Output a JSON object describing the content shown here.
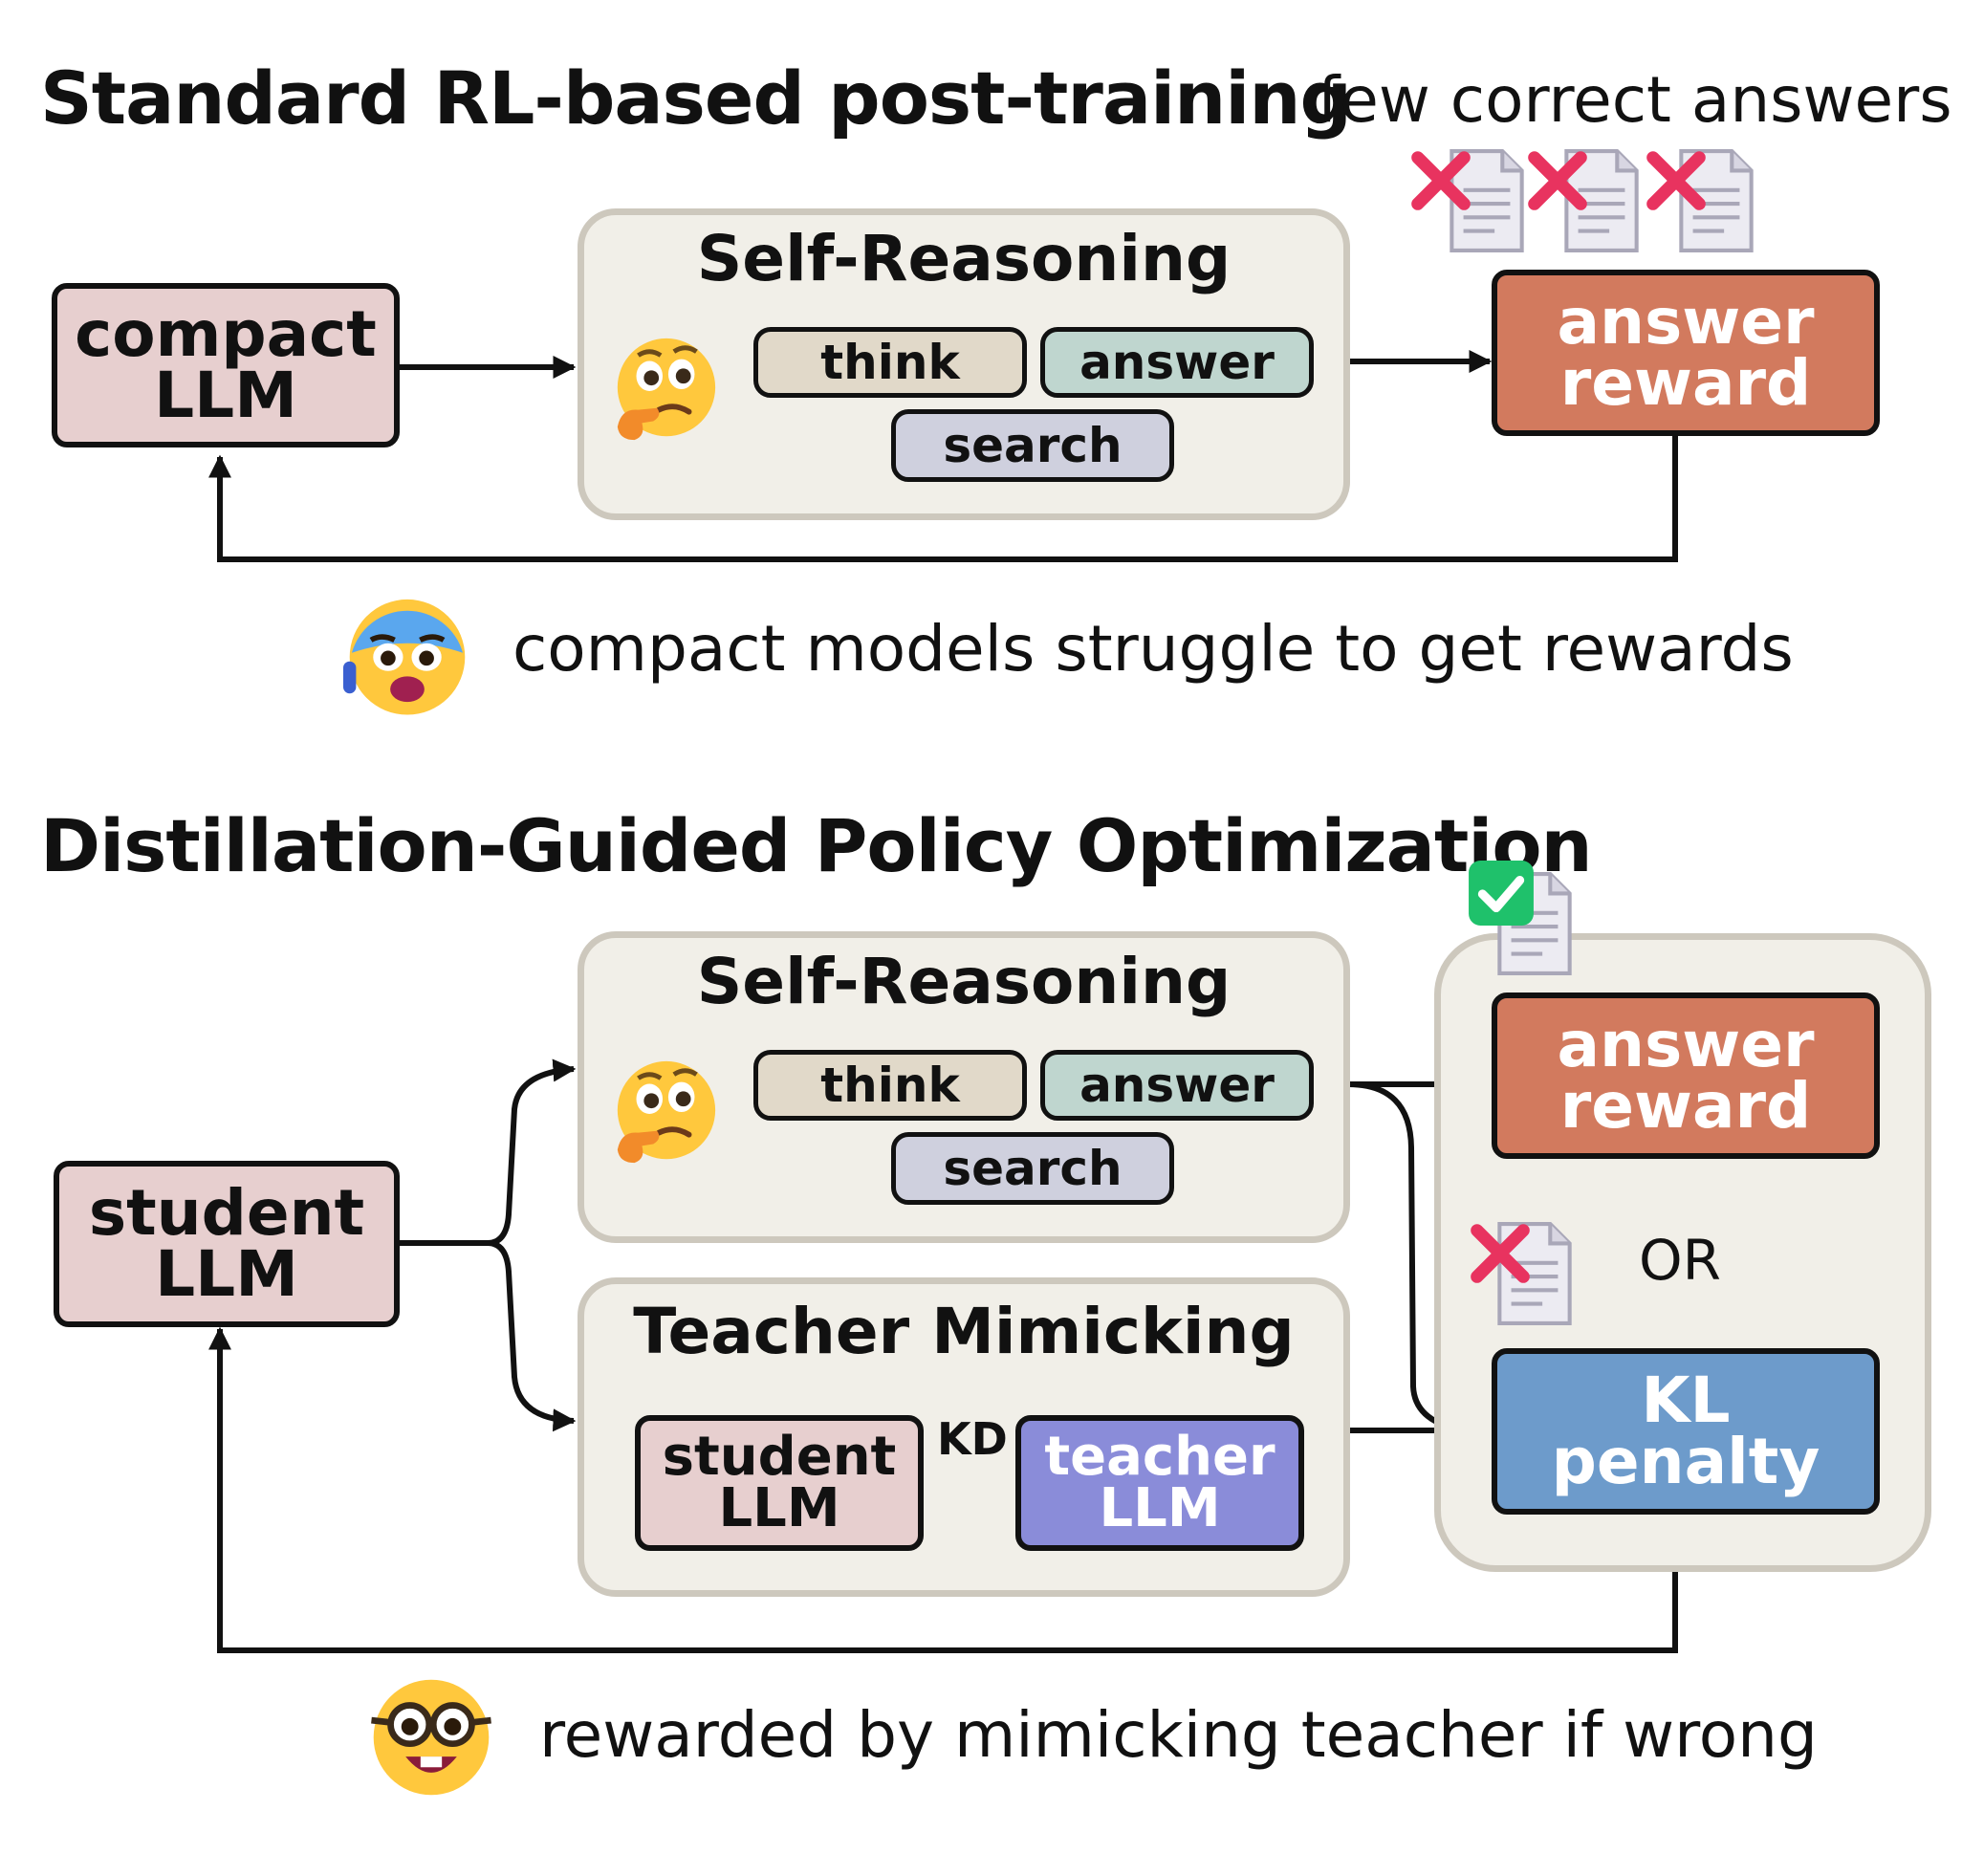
{
  "top": {
    "title": "Standard RL-based post-training",
    "few_correct": "few correct answers",
    "compact_llm": [
      "compact",
      "LLM"
    ],
    "self_reasoning": "Self-Reasoning",
    "think": "think",
    "answer": "answer",
    "search": "search",
    "reward": [
      "answer",
      "reward"
    ],
    "caption": "compact models struggle to get rewards"
  },
  "bottom": {
    "title": "Distillation-Guided Policy Optimization",
    "student_llm": [
      "student",
      "LLM"
    ],
    "self_reasoning": "Self-Reasoning",
    "think": "think",
    "answer": "answer",
    "search": "search",
    "teacher_mimicking": "Teacher Mimicking",
    "tm_student": [
      "student",
      "LLM"
    ],
    "kd": "KD",
    "tm_teacher": [
      "teacher",
      "LLM"
    ],
    "reward": [
      "answer",
      "reward"
    ],
    "or": "OR",
    "kl": [
      "KL",
      "penalty"
    ],
    "caption": "rewarded by mimicking teacher if wrong"
  },
  "icons": [
    "doc-icon",
    "cross-icon",
    "check-icon",
    "thinking-face-icon",
    "anxious-face-icon",
    "nerd-face-icon"
  ],
  "colors": {
    "pink_box": "#e7cfcf",
    "think_chip": "#e1d9c9",
    "answer_chip": "#bfd6cf",
    "search_chip": "#cfd0de",
    "reward_box": "#d27a5e",
    "kl_box": "#6d9bcb",
    "teacher_box": "#8a8cd9",
    "group_bg": "#f1efe8",
    "cross": "#e8335f",
    "check": "#1fc16b"
  }
}
